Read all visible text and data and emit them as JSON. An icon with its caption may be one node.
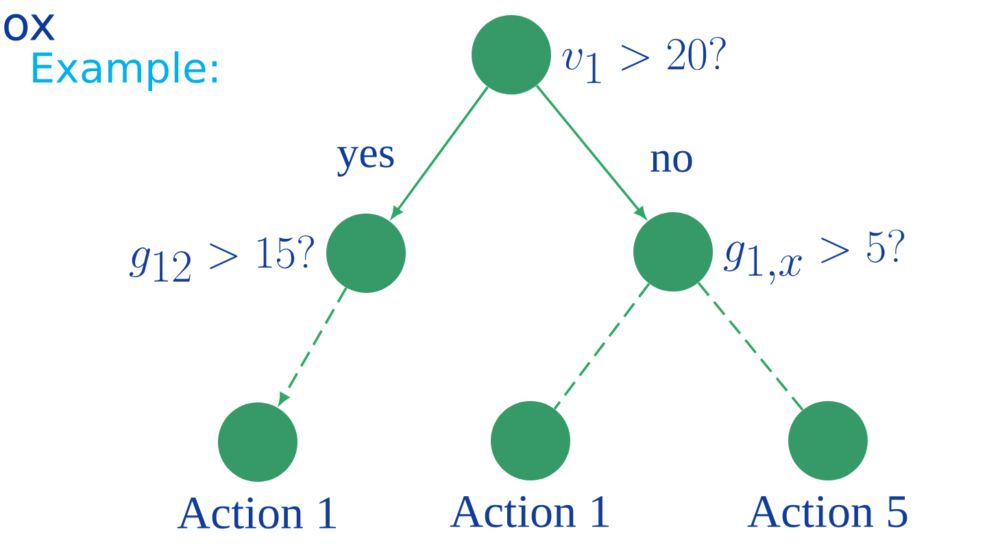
{
  "diagram": {
    "nodes": [
      {
        "text": [],
        "shape": "circle",
        "beside": [
          "v_1 > 20?"
        ]
      },
      {
        "text": [],
        "shape": "circle",
        "beside": [
          "g_{12} > 15?"
        ]
      },
      {
        "text": [],
        "shape": "circle",
        "beside": [
          "g_{1,x} > 5?"
        ]
      },
      {
        "text": [],
        "shape": "circle",
        "beside": [
          "Action 1"
        ]
      },
      {
        "text": [],
        "shape": "circle",
        "beside": [
          "Action 1"
        ]
      },
      {
        "text": [],
        "shape": "circle",
        "beside": [
          "Action 5"
        ]
      }
    ],
    "edges": [
      {
        "from": 0,
        "to": 1,
        "arrow": "to",
        "label": "yes"
      },
      {
        "from": 0,
        "to": 2,
        "arrow": "to",
        "label": "no"
      },
      {
        "from": 1,
        "to": 3,
        "arrow": "to",
        "style": "dashed"
      },
      {
        "from": 2,
        "to": 4,
        "arrow": "none",
        "style": "dashed"
      },
      {
        "from": 2,
        "to": 5,
        "arrow": "none",
        "style": "dashed"
      }
    ],
    "labels": [
      "ox",
      "Example:"
    ]
  }
}
